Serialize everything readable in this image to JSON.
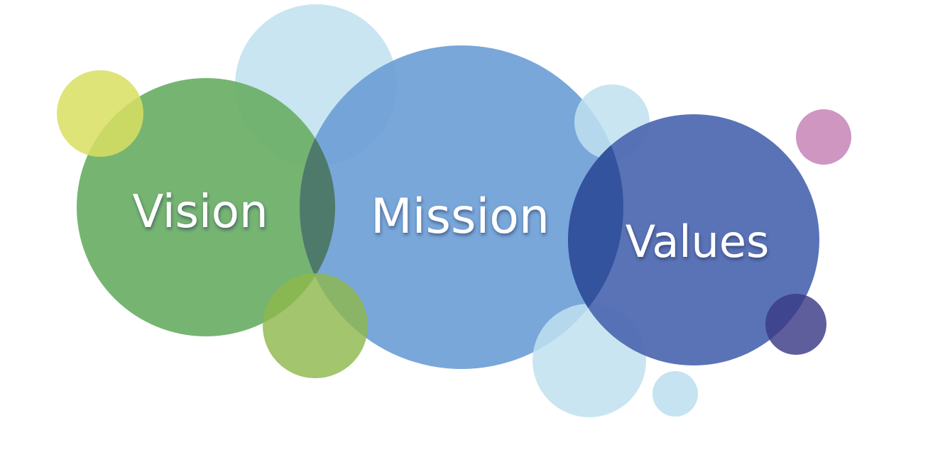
{
  "labels": {
    "vision": "Vision",
    "mission": "Mission",
    "values": "Values"
  },
  "colors": {
    "vision": "#6fb06a",
    "mission": "#6e9fd6",
    "values": "#4e68b0",
    "overlap_vision_mission": "#4a7560",
    "overlap_mission_values": "#2f4f9a",
    "light_blue": "#bfe0ef",
    "yellow_green": "#d9df62",
    "lime_green": "#8db84d",
    "pink": "#cc90bf",
    "dark_purple": "#3b3a88",
    "text": "#ffffff"
  }
}
